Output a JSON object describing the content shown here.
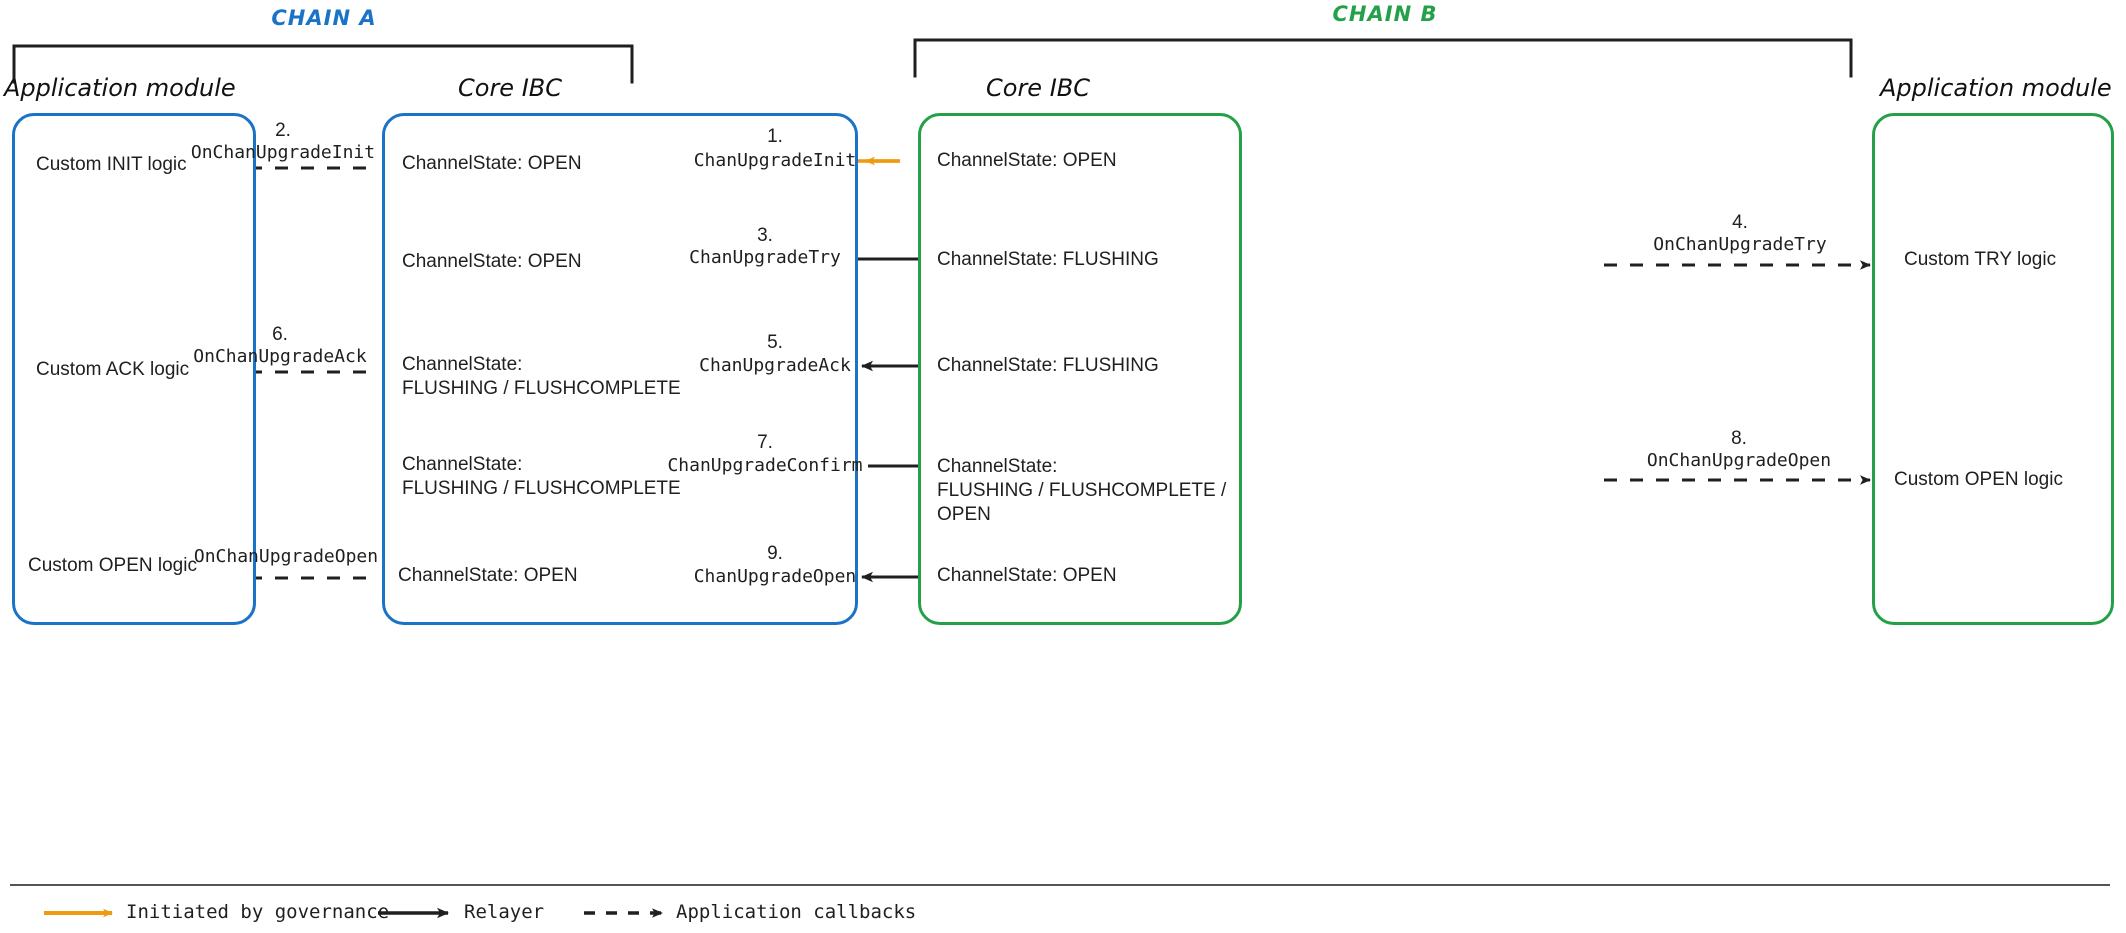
{
  "diagram": {
    "title_chain_a": "CHAIN A",
    "title_chain_b": "CHAIN B",
    "colors": {
      "chain_a": "#1a73c7",
      "chain_b": "#24a148",
      "governance_arrow": "#ef9b0f",
      "relayer_arrow": "#1f1f1f",
      "callback_arrow": "#1f1f1f"
    }
  },
  "columns": {
    "a_app": {
      "title": "Application module"
    },
    "a_core": {
      "title": "Core IBC"
    },
    "b_core": {
      "title": "Core IBC"
    },
    "b_app": {
      "title": "Application module"
    }
  },
  "chain_a_app_items": [
    {
      "label": "Custom INIT logic"
    },
    {
      "label": "Custom ACK logic"
    },
    {
      "label": "Custom OPEN logic"
    }
  ],
  "chain_a_core_states": [
    {
      "label": "ChannelState: OPEN"
    },
    {
      "label": "ChannelState: OPEN"
    },
    {
      "label": "ChannelState:\nFLUSHING / FLUSHCOMPLETE"
    },
    {
      "label": "ChannelState:\nFLUSHING / FLUSHCOMPLETE"
    },
    {
      "label": "ChannelState: OPEN"
    }
  ],
  "chain_b_core_states": [
    {
      "label": "ChannelState: OPEN"
    },
    {
      "label": "ChannelState: FLUSHING"
    },
    {
      "label": "ChannelState: FLUSHING"
    },
    {
      "label": "ChannelState:\nFLUSHING / FLUSHCOMPLETE /\nOPEN"
    },
    {
      "label": "ChannelState: OPEN"
    }
  ],
  "chain_b_app_items": [
    {
      "label": "Custom TRY logic"
    },
    {
      "label": "Custom OPEN logic"
    }
  ],
  "arrows": [
    {
      "id": "step-1",
      "number": "1.",
      "label": "ChanUpgradeInit",
      "kind": "governance",
      "direction": "left"
    },
    {
      "id": "step-2",
      "number": "2.",
      "label": "OnChanUpgradeInit",
      "kind": "callback",
      "direction": "left"
    },
    {
      "id": "step-3",
      "number": "3.",
      "label": "ChanUpgradeTry",
      "kind": "relayer",
      "direction": "right"
    },
    {
      "id": "step-4",
      "number": "4.",
      "label": "OnChanUpgradeTry",
      "kind": "callback",
      "direction": "right"
    },
    {
      "id": "step-5",
      "number": "5.",
      "label": "ChanUpgradeAck",
      "kind": "relayer",
      "direction": "left"
    },
    {
      "id": "step-6",
      "number": "6.",
      "label": "OnChanUpgradeAck",
      "kind": "callback",
      "direction": "left"
    },
    {
      "id": "step-7",
      "number": "7.",
      "label": "ChanUpgradeConfirm",
      "kind": "relayer",
      "direction": "right"
    },
    {
      "id": "step-8",
      "number": "8.",
      "label": "OnChanUpgradeOpen",
      "kind": "callback",
      "direction": "right"
    },
    {
      "id": "step-9",
      "number": "9.",
      "label": "ChanUpgradeOpen",
      "kind": "relayer",
      "direction": "left"
    },
    {
      "id": "step-9-callback",
      "number": "",
      "label": "OnChanUpgradeOpen",
      "kind": "callback",
      "direction": "left"
    }
  ],
  "legend": [
    {
      "label": "Initiated by governance",
      "kind": "governance"
    },
    {
      "label": "Relayer",
      "kind": "relayer"
    },
    {
      "label": "Application callbacks",
      "kind": "callback"
    }
  ]
}
